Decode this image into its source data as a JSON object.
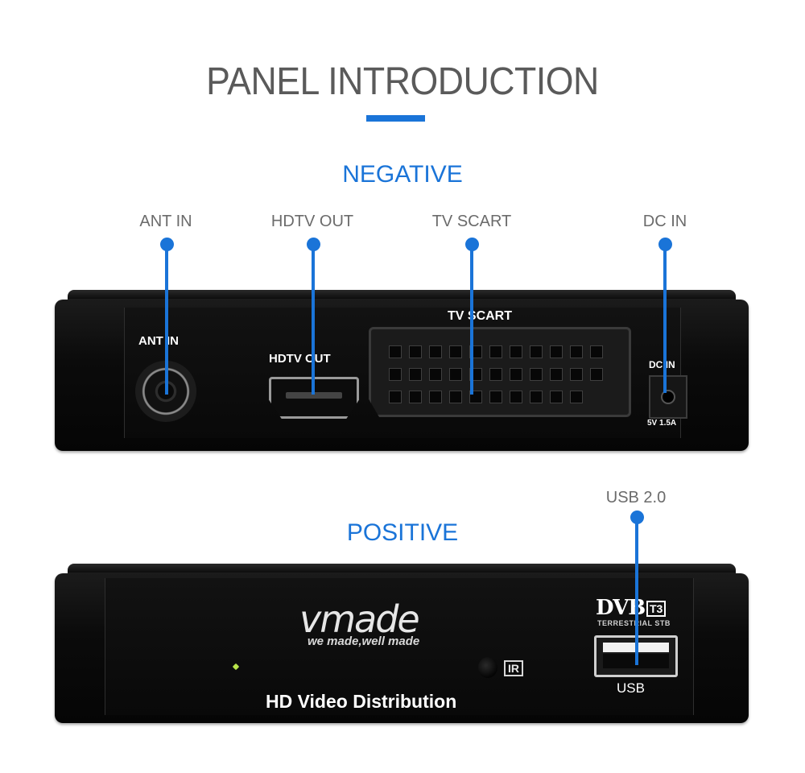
{
  "header": {
    "title": "PANEL INTRODUCTION"
  },
  "negative": {
    "section_title": "NEGATIVE",
    "callouts": [
      {
        "label": "ANT IN"
      },
      {
        "label": "HDTV OUT"
      },
      {
        "label": "TV SCART"
      },
      {
        "label": "DC IN"
      }
    ],
    "device_print": {
      "ant_in": "ANT IN",
      "hdtv_out": "HDTV OUT",
      "tv_scart": "TV SCART",
      "dc_in": "DC IN",
      "power_rating": "5V 1.5A"
    }
  },
  "positive": {
    "section_title": "POSITIVE",
    "callouts": [
      {
        "label": "USB 2.0"
      }
    ],
    "device_print": {
      "brand": "vmade",
      "slogan": "we made,well made",
      "ir": "IR",
      "usb": "USB",
      "product_line": "HD Video Distribution",
      "dvb_logo": "DVB",
      "dvb_version": "T3",
      "dvb_subtitle": "TERRESTRIAL STB"
    }
  },
  "colors": {
    "accent": "#1a74d8",
    "title_gray": "#5a5a5a",
    "label_gray": "#6b6b6b",
    "device_black": "#0b0b0b"
  }
}
